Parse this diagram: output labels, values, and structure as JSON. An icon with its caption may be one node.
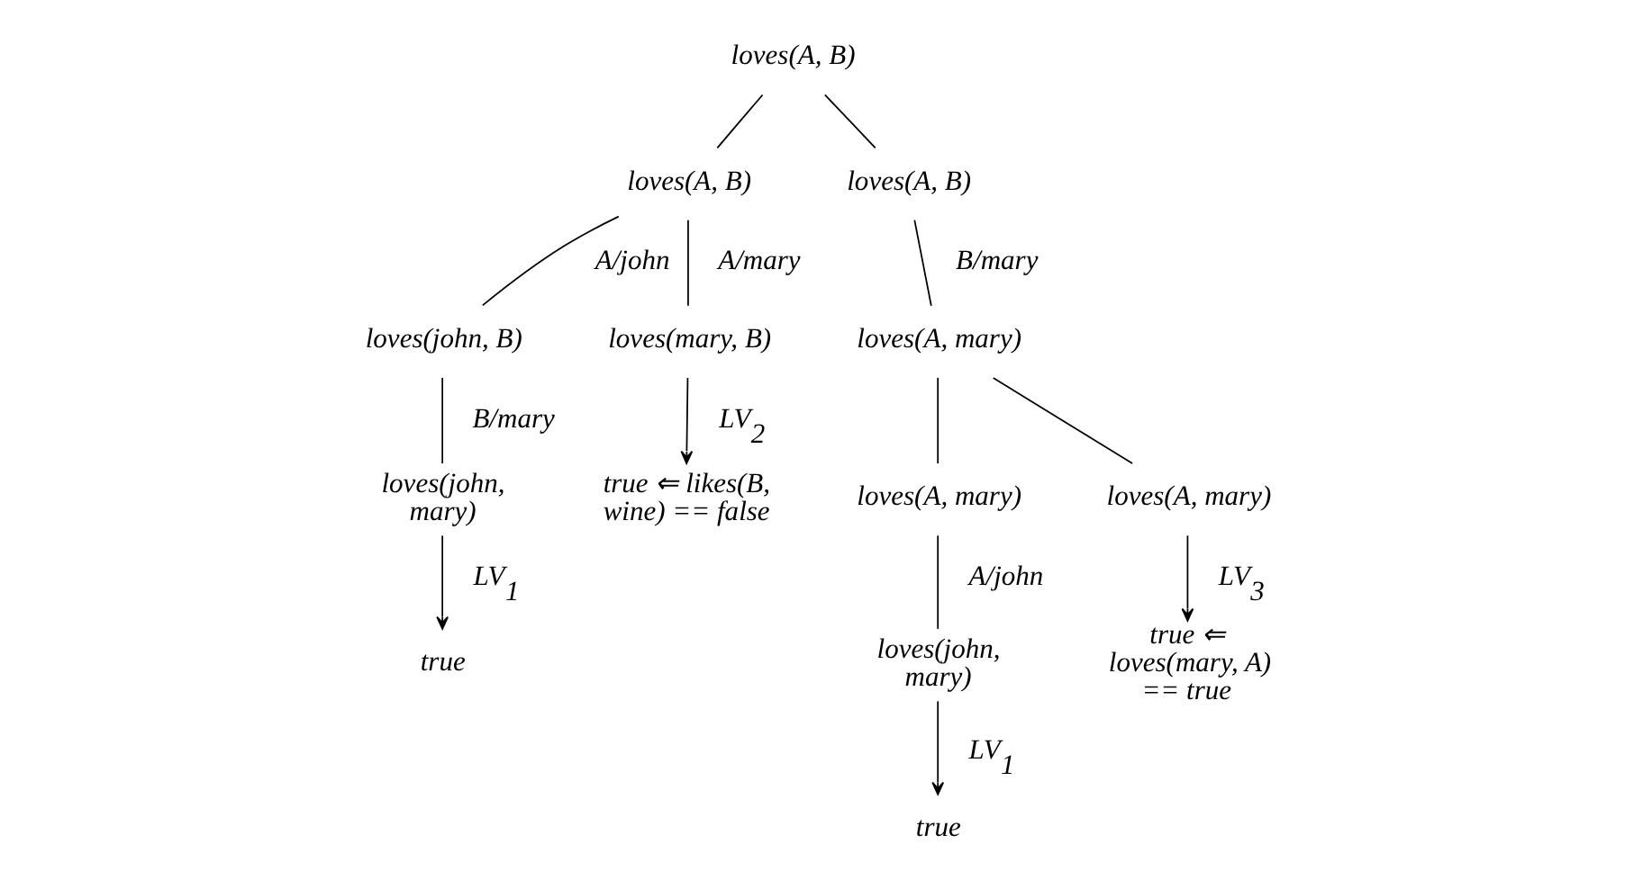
{
  "diagram": {
    "nodes": [
      {
        "text": [
          "loves(A, B)"
        ]
      },
      {
        "text": [
          "loves(A, B)"
        ]
      },
      {
        "text": [
          "loves(A, B)"
        ]
      },
      {
        "text": [
          "loves(john, B)"
        ]
      },
      {
        "text": [
          "loves(mary, B)"
        ]
      },
      {
        "text": [
          "loves(john, mary)"
        ]
      },
      {
        "text": [
          "true ⇐ likes(B, wine) == false"
        ]
      },
      {
        "text": [
          "true"
        ]
      },
      {
        "text": [
          "loves(A, mary)"
        ]
      },
      {
        "text": [
          "loves(A, mary)"
        ]
      },
      {
        "text": [
          "loves(A, mary)"
        ]
      },
      {
        "text": [
          "loves(john, mary)"
        ]
      },
      {
        "text": [
          "true ⇐ loves(mary, A) == true"
        ]
      },
      {
        "text": [
          "true"
        ]
      }
    ],
    "edges": [
      {
        "from": 0,
        "to": 1,
        "arrow": "none"
      },
      {
        "from": 0,
        "to": 2,
        "arrow": "none"
      },
      {
        "from": 1,
        "to": 3,
        "label": "A/john",
        "arrow": "none"
      },
      {
        "from": 1,
        "to": 4,
        "label": "A/mary",
        "arrow": "none"
      },
      {
        "from": 2,
        "to": 8,
        "label": "B/mary",
        "arrow": "none"
      },
      {
        "from": 3,
        "to": 5,
        "label": "B/mary",
        "arrow": "none"
      },
      {
        "from": 4,
        "to": 6,
        "label": "LV$_{2}$",
        "arrow": "to"
      },
      {
        "from": 5,
        "to": 7,
        "label": "LV$_{1}$",
        "arrow": "to"
      },
      {
        "from": 8,
        "to": 9,
        "arrow": "none"
      },
      {
        "from": 8,
        "to": 10,
        "arrow": "none"
      },
      {
        "from": 9,
        "to": 11,
        "label": "A/john",
        "arrow": "none"
      },
      {
        "from": 10,
        "to": 12,
        "label": "LV$_{3}$",
        "arrow": "to"
      },
      {
        "from": 11,
        "to": 13,
        "label": "LV$_{1}$",
        "arrow": "to"
      }
    ]
  }
}
